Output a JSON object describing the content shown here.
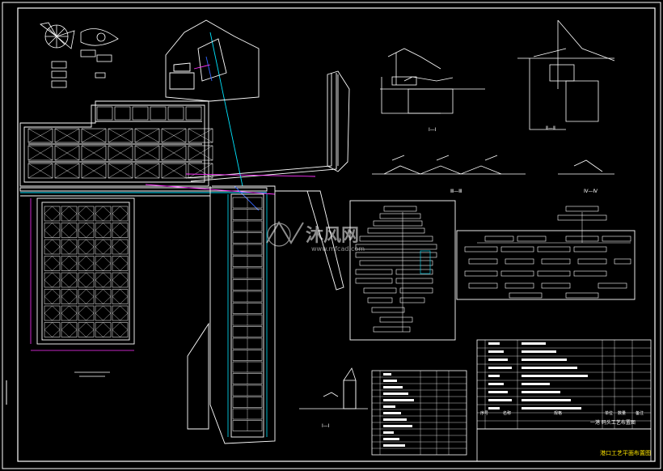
{
  "drawing": {
    "title_block_text": "一港  码头工艺布置图",
    "drawing_name": "港口工艺平面布置图"
  },
  "section_labels": {
    "s1": "Ⅰ—Ⅰ",
    "s2": "Ⅱ—Ⅱ",
    "s3": "Ⅲ—Ⅲ",
    "s4": "Ⅳ—Ⅳ",
    "s5": "Ⅰ—Ⅰ"
  },
  "watermark": {
    "brand": "沐风网",
    "url": "www.mfcad.com"
  },
  "table_header": {
    "col1": "序号",
    "col2": "名称",
    "col3": "规格",
    "col4": "单位",
    "col5": "数量",
    "col6": "备注"
  },
  "colors": {
    "background": "#000000",
    "linework": "#ffffff",
    "accent_cyan": "#00e5ff",
    "accent_magenta": "#ff33ff",
    "accent_yellow": "#ffe600",
    "accent_blue": "#3366ff"
  }
}
